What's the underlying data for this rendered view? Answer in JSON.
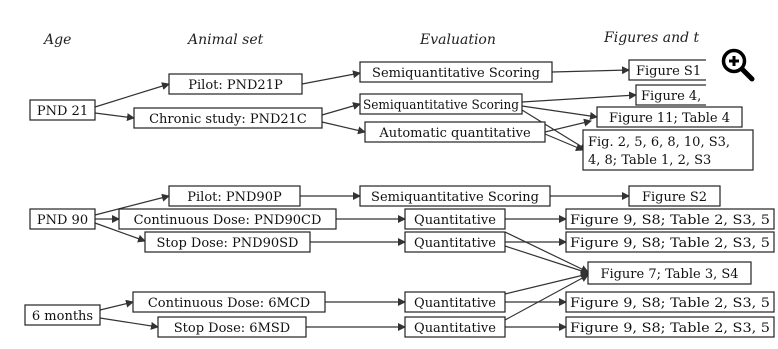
{
  "headers": {
    "age": "Age",
    "animal_set": "Animal set",
    "evaluation": "Evaluation",
    "figures": "Figures and t"
  },
  "nodes": {
    "pnd21": "PND 21",
    "pnd90": "PND 90",
    "six_months": "6 months",
    "pilot21": "Pilot: PND21P",
    "chronic21": "Chronic study: PND21C",
    "pilot90": "Pilot: PND90P",
    "cont90": "Continuous Dose: PND90CD",
    "stop90": "Stop Dose: PND90SD",
    "cont6": "Continuous Dose: 6MCD",
    "stop6": "Stop Dose: 6MSD",
    "ev_semi_pilot21": "Semiquantitative Scoring",
    "ev_semi_chronic21": "Semiquantitative Scoring",
    "ev_auto21": "Automatic quantitative",
    "ev_semi_pilot90": "Semiquantitative Scoring",
    "ev_quant_cont90": "Quantitative",
    "ev_quant_stop90": "Quantitative",
    "ev_quant_cont6": "Quantitative",
    "ev_quant_stop6": "Quantitative",
    "fig_s1": "Figure S1",
    "fig_4": "Figure 4,",
    "fig_11": "Figure 11; Table 4",
    "fig_multi_line1": "Fig. 2, 5, 6, 8, 10, S3,",
    "fig_multi_line2": "4, 8; Table 1, 2, S3",
    "fig_s2": "Figure S2",
    "fig_9a": "Figure 9, S8; Table 2, S3, 5",
    "fig_9b": "Figure 9, S8; Table 2, S3, 5",
    "fig_7": "Figure 7; Table 3, S4",
    "fig_9c": "Figure 9, S8; Table 2, S3, 5",
    "fig_9d": "Figure 9, S8; Table 2, S3, 5"
  },
  "icons": {
    "zoom": "zoom-in-icon"
  }
}
